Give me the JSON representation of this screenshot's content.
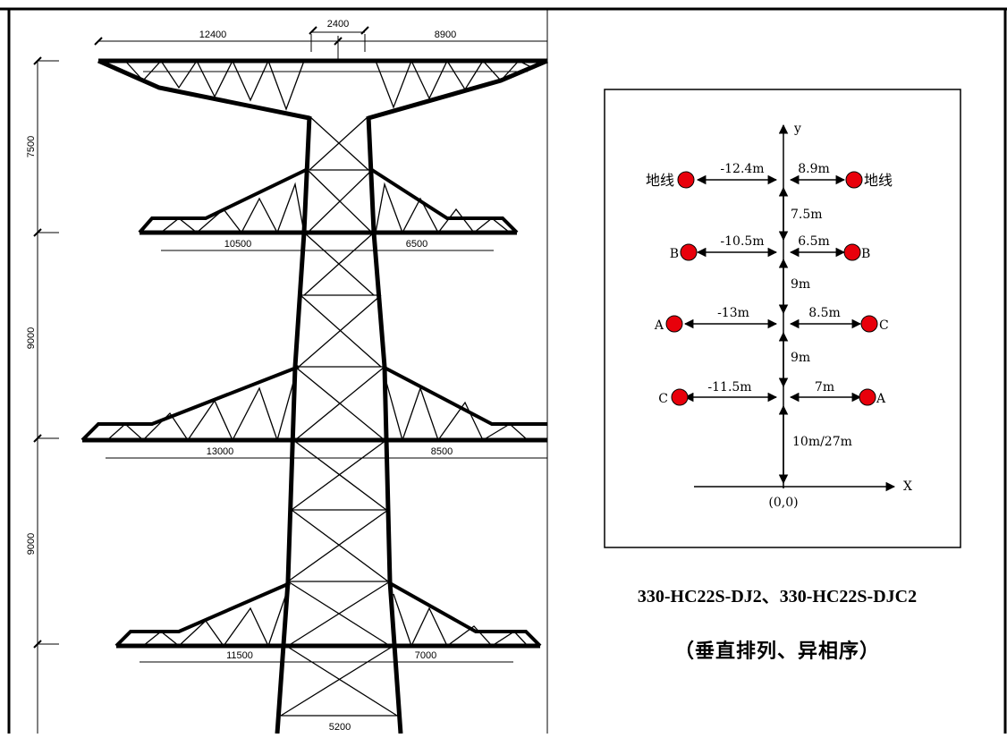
{
  "tower": {
    "top_dims": {
      "left": "12400",
      "middle": "2400",
      "right": "8900"
    },
    "arm2_dims": {
      "left": "10500",
      "right": "6500"
    },
    "arm3_dims": {
      "left": "13000",
      "right": "8500"
    },
    "arm4_dims": {
      "left": "11500",
      "right": "7000"
    },
    "bottom_dim": "5200",
    "vertical_dims": [
      "7500",
      "9000",
      "9000"
    ]
  },
  "schematic": {
    "y_axis": "y",
    "x_axis": "X",
    "origin": "(0,0)",
    "row1": {
      "left_label": "地线",
      "right_label": "地线",
      "left_dist": "-12.4m",
      "right_dist": "8.9m"
    },
    "gap1": "7.5m",
    "row2": {
      "left_label": "B",
      "right_label": "B",
      "left_dist": "-10.5m",
      "right_dist": "6.5m"
    },
    "gap2": "9m",
    "row3": {
      "left_label": "A",
      "right_label": "C",
      "left_dist": "-13m",
      "right_dist": "8.5m"
    },
    "gap3": "9m",
    "row4": {
      "left_label": "C",
      "right_label": "A",
      "left_dist": "-11.5m",
      "right_dist": "7m"
    },
    "gap4": "10m/27m",
    "conductor_color": "#e8000b"
  },
  "caption": {
    "line1": "330-HC22S-DJ2、330-HC22S-DJC2",
    "line2": "（垂直排列、异相序）"
  }
}
